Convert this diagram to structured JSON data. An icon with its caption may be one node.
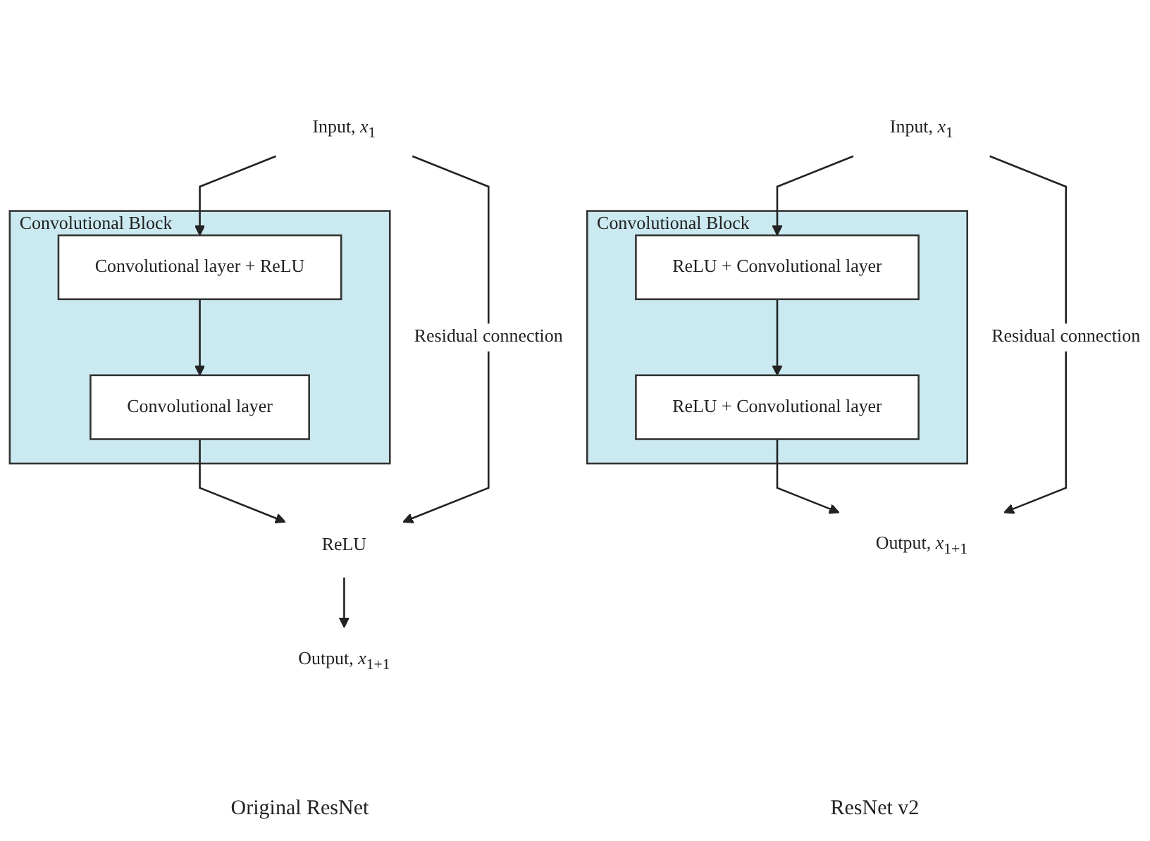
{
  "diagram": {
    "nodes": [
      {
        "text": [
          "Input, *x*$_{1}$"
        ]
      },
      {
        "text": [
          "Convolutional Block"
        ]
      },
      {
        "text": [
          "Convolutional layer + ReLU"
        ],
        "in": 1
      },
      {
        "text": [
          "Convolutional layer"
        ],
        "in": 1
      },
      {
        "text": [
          "ReLU"
        ]
      },
      {
        "text": [
          "Output, *x*$_{1+1}$"
        ]
      },
      {
        "text": [
          "Input, *x*$_{1}$"
        ]
      },
      {
        "text": [
          "Convolutional Block"
        ]
      },
      {
        "text": [
          "ReLU + Convolutional layer"
        ],
        "in": 7
      },
      {
        "text": [
          "ReLU + Convolutional layer"
        ],
        "in": 7
      },
      {
        "text": [
          "Output, *x*$_{1+1}$"
        ]
      }
    ],
    "edges": [
      {
        "from": 0,
        "to": 2,
        "arrow": "to"
      },
      {
        "from": 2,
        "to": 3,
        "arrow": "to"
      },
      {
        "from": 3,
        "to": 4,
        "arrow": "to"
      },
      {
        "from": 0,
        "to": 4,
        "arrow": "to",
        "label": "Residual connection"
      },
      {
        "from": 4,
        "to": 5,
        "arrow": "to"
      },
      {
        "from": 6,
        "to": 8,
        "arrow": "to"
      },
      {
        "from": 8,
        "to": 9,
        "arrow": "to"
      },
      {
        "from": 9,
        "to": 10,
        "arrow": "to"
      },
      {
        "from": 6,
        "to": 10,
        "arrow": "to",
        "label": "Residual connection"
      }
    ],
    "labels": [
      "Original ResNet",
      "ResNet v2"
    ]
  }
}
